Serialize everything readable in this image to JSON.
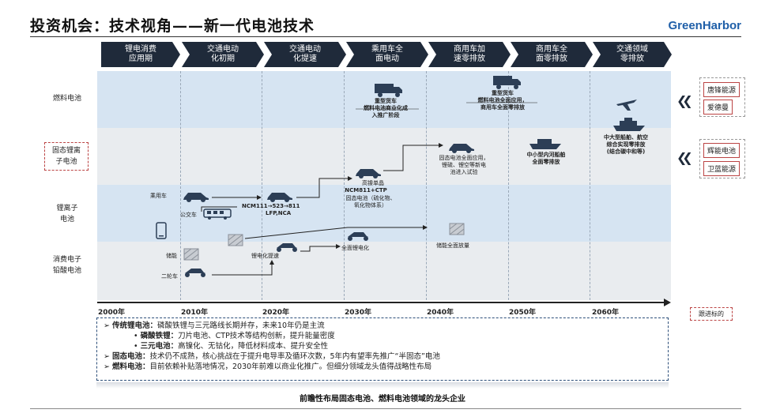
{
  "title": "投资机会：技术视角——新一代电池技术",
  "brand": "GreenHarbor",
  "phases": [
    "锂电消费\n应用期",
    "交通电动\n化初期",
    "交通电动\n化提速",
    "乘用车全\n面电动",
    "商用车加\n速零排放",
    "商用车全\n面零排放",
    "交通领域\n零排放"
  ],
  "rows": [
    "燃料电池",
    "固态锂离\n子电池",
    "锂离子\n电池",
    "消费电子\n铅酸电池"
  ],
  "years": [
    "2000年",
    "2010年",
    "2020年",
    "2030年",
    "2040年",
    "2050年",
    "2060年"
  ],
  "labels": {
    "heavy_truck_1": "重型货车\n燃料电池商业化成\n入推广阶段",
    "heavy_truck_2": "重型货车\n燃料电池全面应用，\n商用车全面零排放",
    "ship_aircraft": "中大型船舶、航空\n综合实现零排放\n(结合碳中和等)",
    "small_ship": "中小型内河船舶\n全面零排放",
    "solid_full": "固态电池全面应用，\n锂硫、锂空等新电\n池进入试验",
    "high_nickel": "高镍单晶",
    "ncm_ctp": "NCM811+CTP",
    "solid_intro": "固态电池（硫化物、\n氧化物体系）",
    "passenger": "乘用车",
    "ncm_path": "NCM111→523→811",
    "lfp_nca": "LFP,NCA",
    "bus": "公交车",
    "storage": "储能",
    "storage_li": "锂电化提速",
    "full_li": "全面锂电化",
    "storage_full": "储能全面放量",
    "two_wheeler": "二轮车"
  },
  "companies_fuel": [
    "唐锋能源",
    "爱德曼"
  ],
  "companies_solid": [
    "辉能电池",
    "卫蓝能源"
  ],
  "follow_label": "跟进标的",
  "notes": [
    {
      "key": "传统锂电池：",
      "text": "磷酸铁锂与三元路线长期并存，未来10年仍是主流"
    },
    {
      "key": "磷酸铁锂：",
      "text": "刀片电池、CTP技术等结构创新，提升能量密度"
    },
    {
      "key": "三元电池：",
      "text": "高镍化、无钴化，降低材料成本、提升安全性"
    },
    {
      "key": "固态电池：",
      "text": "技术仍不成熟，核心挑战在于提升电导率及循环次数，5年内有望率先推广“半固态”电池"
    },
    {
      "key": "燃料电池：",
      "text": "目前依赖补贴落地情况，2030年前难以商业化推广。但细分领域龙头值得战略性布局"
    }
  ],
  "footer": "前瞻性布局固态电池、燃料电池领域的龙头企业",
  "colors": {
    "band_blue": "#d6e4f2",
    "band_gray": "#e9ecef",
    "phase_bg": "#1f2a3a",
    "brand": "#1f5fa8"
  }
}
